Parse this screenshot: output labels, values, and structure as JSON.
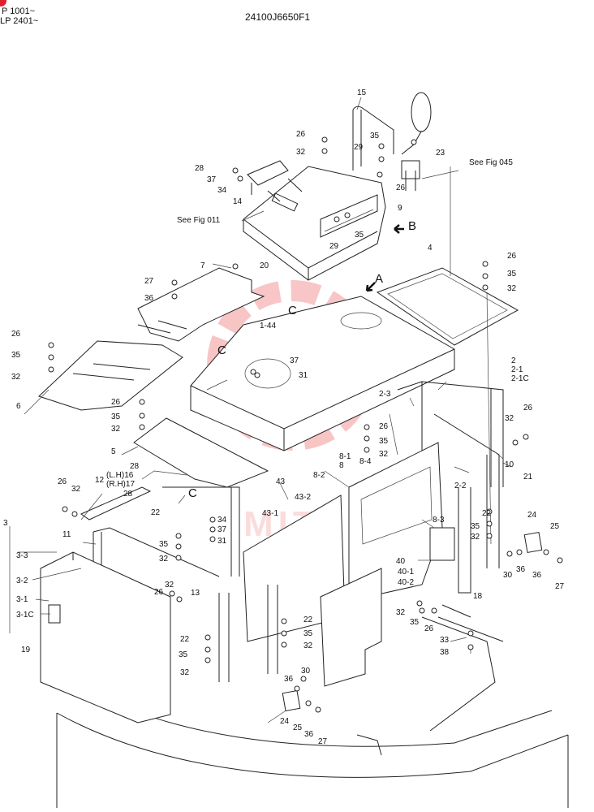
{
  "header": {
    "serial_line_1": "P 1001~",
    "serial_line_2": "LP 2401~",
    "drawing_number": "24100J6650F1"
  },
  "references": {
    "fig_045": "See Fig 045",
    "fig_011": "See Fig 011",
    "view_a": "A",
    "view_b": "B",
    "view_c": "C"
  },
  "watermark": {
    "text": "MITER",
    "color": "#f08080"
  },
  "colors": {
    "line": "#222222",
    "corner_tab": "#e0202a"
  },
  "callouts": {
    "c15": "15",
    "c26a": "26",
    "c35a": "35",
    "c29a": "29",
    "c32a": "32",
    "c23": "23",
    "c28a": "28",
    "c37a": "37",
    "c34a": "34",
    "c14": "14",
    "c26b": "26",
    "c9": "9",
    "c29b": "29",
    "c35b": "35",
    "c7": "7",
    "c20": "20",
    "c27a": "27",
    "c36a": "36",
    "c4": "4",
    "c26c": "26",
    "c35c": "35",
    "c32c": "32",
    "c26d": "26",
    "c35d": "35",
    "c32d": "32",
    "c6": "6",
    "c1_44": "1-44",
    "c37b": "37",
    "c31a": "31",
    "c2": "2",
    "c2_1": "2-1",
    "c2_1c": "2-1C",
    "c26e": "26",
    "c35e": "35",
    "c32e": "32",
    "c5": "5",
    "c2_3": "2-3",
    "c26f": "26",
    "c35f": "35",
    "c32f": "32",
    "c32g": "32",
    "c26g": "26",
    "c10": "10",
    "c21": "21",
    "c2_2": "2-2",
    "c8_1": "8-1",
    "c8": "8",
    "c8_4": "8-4",
    "c8_2": "8-2",
    "c8_3": "8-3",
    "c43": "43",
    "c43_2": "43-2",
    "c43_1": "43-1",
    "c28b": "28",
    "c12": "12",
    "c16": "(L.H)16",
    "c17": "(R.H)17",
    "c28c": "28",
    "c26h": "26",
    "c32h": "32",
    "c22a": "22",
    "c34b": "34",
    "c37c": "37",
    "c31b": "31",
    "c35g": "35",
    "c32i": "32",
    "c22b": "22",
    "c35h": "35",
    "c32j": "32",
    "c24a": "24",
    "c25a": "25",
    "c30a": "30",
    "c36b": "36",
    "c36c": "36",
    "c27b": "27",
    "c3": "3",
    "c3_3": "3-3",
    "c3_2": "3-2",
    "c3_1": "3-1",
    "c3_1c": "3-1C",
    "c19": "19",
    "c11": "11",
    "c13": "13",
    "c32k": "32",
    "c26i": "26",
    "c22c": "22",
    "c35i": "35",
    "c32l": "32",
    "c40": "40",
    "c40_1": "40-1",
    "c40_2": "40-2",
    "c18": "18",
    "c32m": "32",
    "c35j": "35",
    "c26j": "26",
    "c33": "33",
    "c38": "38",
    "c22d": "22",
    "c35k": "35",
    "c32n": "32",
    "c36d": "36",
    "c30b": "30",
    "c24b": "24",
    "c25b": "25",
    "c36e": "36",
    "c27c": "27"
  }
}
